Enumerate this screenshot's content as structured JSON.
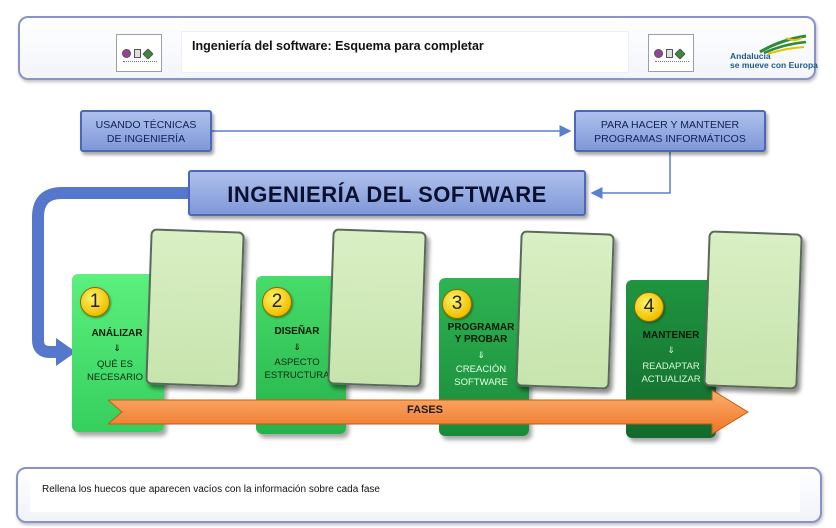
{
  "header": {
    "title": "Ingeniería del software: Esquema para completar",
    "brand_line1": "Andalucía",
    "brand_line2": "se mueve con Europa"
  },
  "diagram": {
    "left_box": [
      "USANDO TÉCNICAS",
      "DE INGENIERÍA"
    ],
    "right_box": [
      "PARA HACER Y MANTENER",
      "PROGRAMAS INFORMÁTICOS"
    ],
    "center_box": "INGENIERÍA DEL SOFTWARE",
    "fases_label": "FASES",
    "arrow_glyph": "⇓",
    "phases": [
      {
        "num": "1",
        "title": [
          "ANÁLIZAR"
        ],
        "desc": [
          "QUÉ ES",
          "NECESARIO"
        ]
      },
      {
        "num": "2",
        "title": [
          "DISEÑAR"
        ],
        "desc": [
          "ASPECTO",
          "ESTRUCTURA"
        ]
      },
      {
        "num": "3",
        "title": [
          "PROGRAMAR",
          "Y PROBAR"
        ],
        "desc": [
          "CREACIÓN",
          "SOFTWARE"
        ]
      },
      {
        "num": "4",
        "title": [
          "MANTENER"
        ],
        "desc": [
          "READAPTAR",
          "ACTUALIZAR"
        ]
      }
    ]
  },
  "footer": {
    "instruction": "Rellena los huecos que aparecen vacíos con la información sobre cada fase"
  },
  "colors": {
    "phase1": "#3fd86a",
    "phase2": "#2fbf55",
    "phase3": "#1f9a45",
    "phase4": "#167a35",
    "blank_fill": "#d3eabd",
    "fases_arrow": "#f5893a",
    "blue_box": "#9bb0e6",
    "connector": "#5b7fd0"
  }
}
